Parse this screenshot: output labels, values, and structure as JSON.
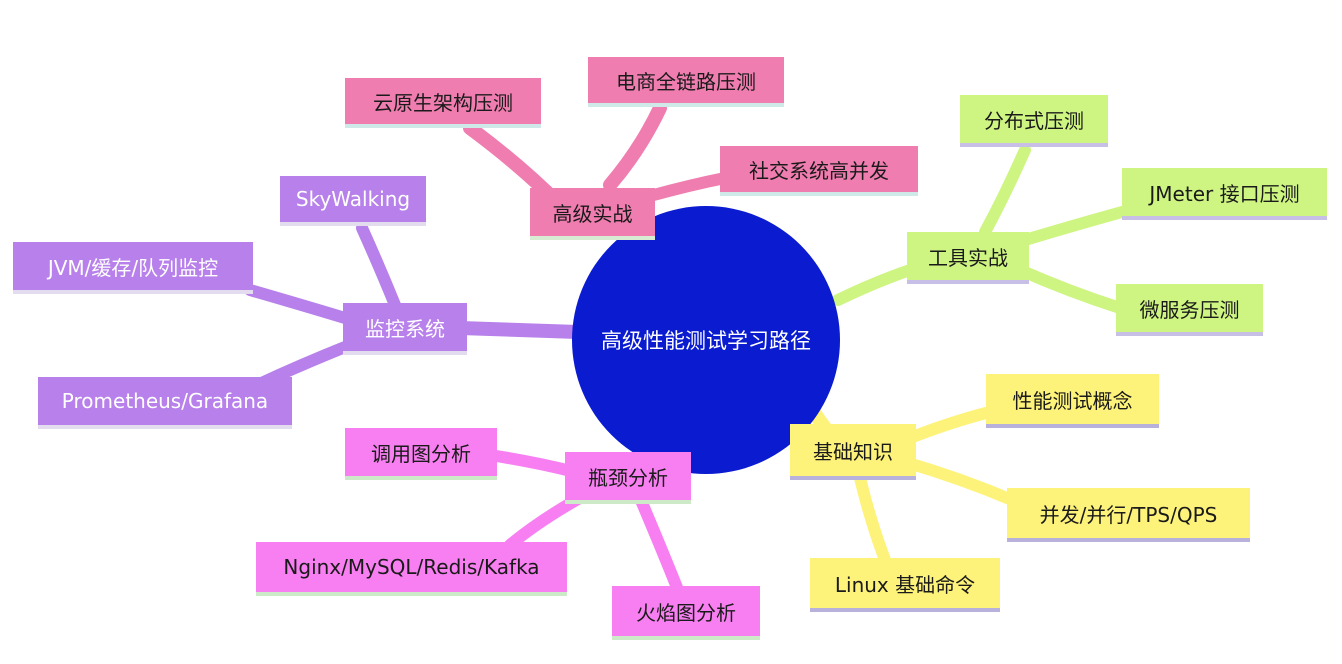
{
  "center": {
    "label": "高级性能测试学习路径"
  },
  "branches": {
    "advanced": {
      "label": "高级实战",
      "children": [
        "云原生架构压测",
        "电商全链路压测",
        "社交系统高并发"
      ]
    },
    "tools": {
      "label": "工具实战",
      "children": [
        "分布式压测",
        "JMeter 接口压测",
        "微服务压测"
      ]
    },
    "monitor": {
      "label": "监控系统",
      "children": [
        "SkyWalking",
        "JVM/缓存/队列监控",
        "Prometheus/Grafana"
      ]
    },
    "basics": {
      "label": "基础知识",
      "children": [
        "性能测试概念",
        "并发/并行/TPS/QPS",
        "Linux 基础命令"
      ]
    },
    "bottleneck": {
      "label": "瓶颈分析",
      "children": [
        "调用图分析",
        "Nginx/MySQL/Redis/Kafka",
        "火焰图分析"
      ]
    }
  },
  "colors": {
    "center": "#0a1bd0",
    "advanced": "#f07db0",
    "tools": "#cef582",
    "monitor": "#b780ea",
    "basics": "#fef37a",
    "bottleneck": "#f77ff1"
  }
}
